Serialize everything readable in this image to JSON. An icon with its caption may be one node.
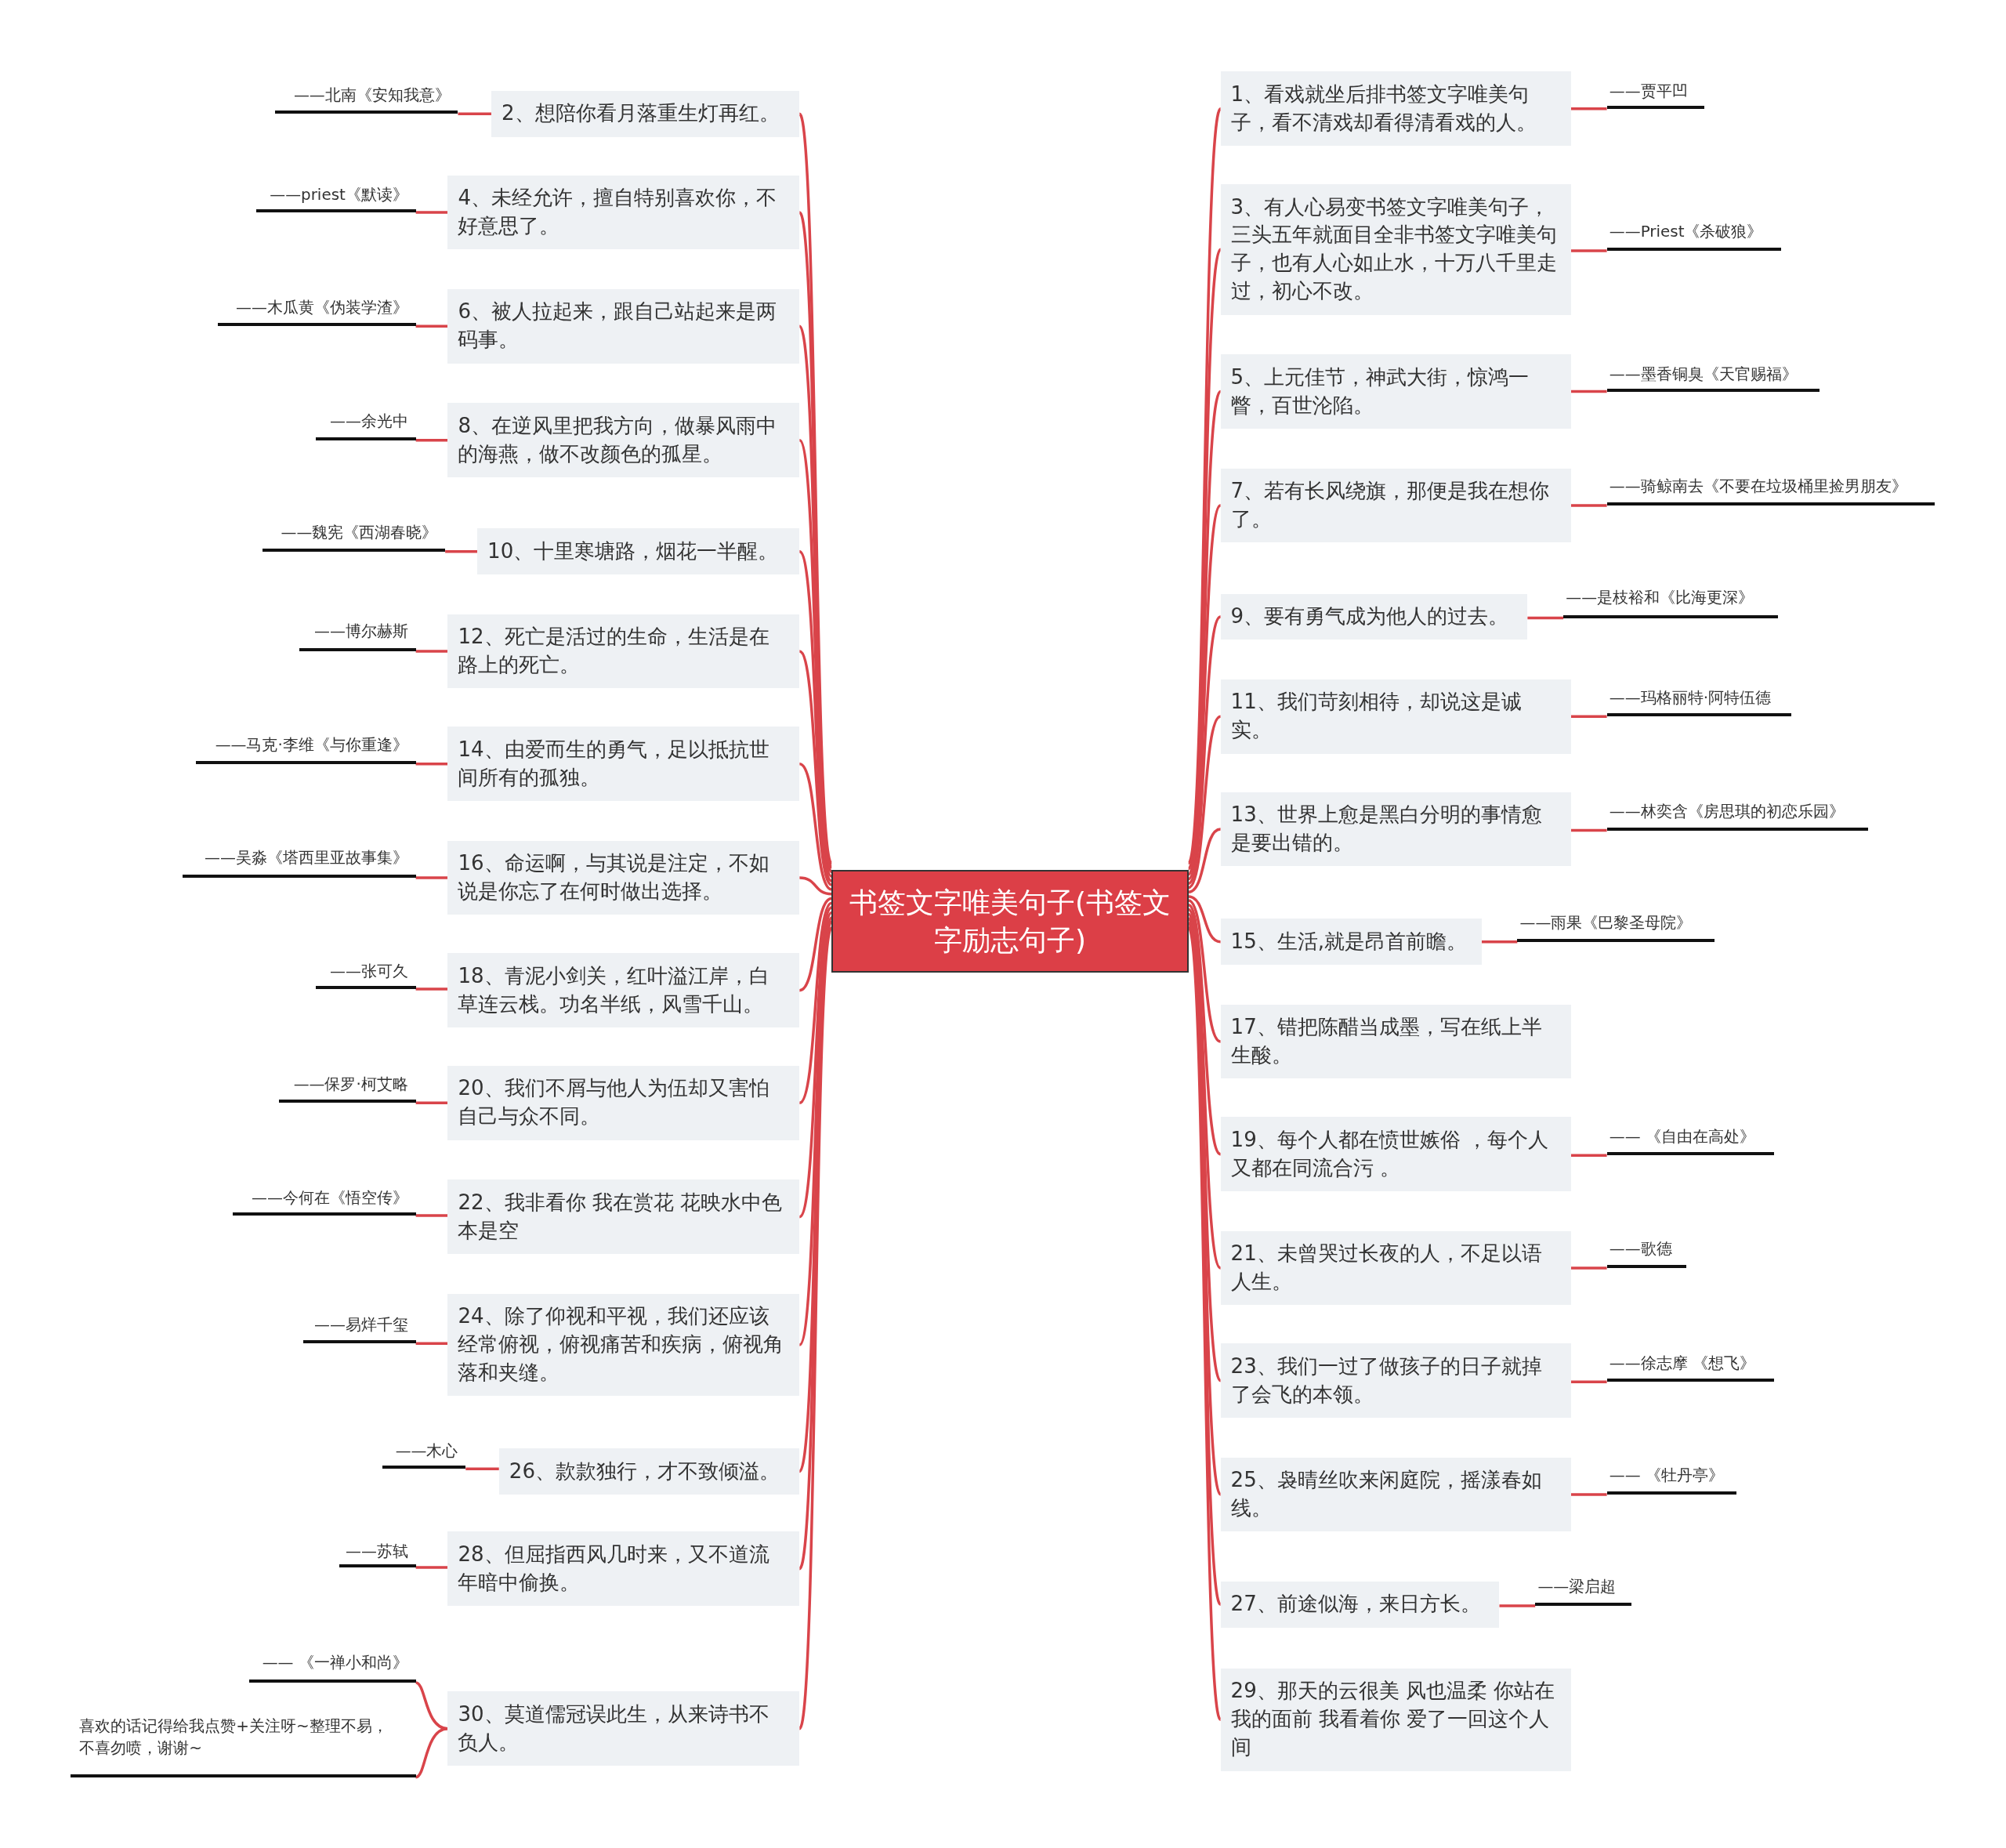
{
  "diagram": {
    "nodes": [
      {
        "text": [
          "书签文字唯美句子(书签文字励志句子)"
        ]
      },
      {
        "text": [
          "1、看戏就坐后排书签文字唯美句子，看不清戏却看得清看戏的人。"
        ]
      },
      {
        "text": [
          "——贾平凹"
        ]
      },
      {
        "text": [
          "2、想陪你看月落重生灯再红。"
        ]
      },
      {
        "text": [
          "——北南《安知我意》"
        ]
      },
      {
        "text": [
          "3、有人心易变书签文字唯美句子，三头五年就面目全非书签文字唯美句子，也有人心如止水，十万八千里走过，初心不改。"
        ]
      },
      {
        "text": [
          "——Priest《杀破狼》"
        ]
      },
      {
        "text": [
          "4、未经允许，擅自特别喜欢你，不好意思了。"
        ]
      },
      {
        "text": [
          "——priest《默读》"
        ]
      },
      {
        "text": [
          "5、上元佳节，神武大街，惊鸿一瞥，百世沦陷。"
        ]
      },
      {
        "text": [
          "——墨香铜臭《天官赐福》"
        ]
      },
      {
        "text": [
          "6、被人拉起来，跟自己站起来是两码事。"
        ]
      },
      {
        "text": [
          "——木瓜黄《伪装学渣》"
        ]
      },
      {
        "text": [
          "7、若有长风绕旗，那便是我在想你了。"
        ]
      },
      {
        "text": [
          "——骑鲸南去《不要在垃圾桶里捡男朋友》"
        ]
      },
      {
        "text": [
          "8、在逆风里把我方向，做暴风雨中的海燕，做不改颜色的孤星。"
        ]
      },
      {
        "text": [
          "——余光中"
        ]
      },
      {
        "text": [
          "9、要有勇气成为他人的过去。"
        ]
      },
      {
        "text": [
          "——是枝裕和《比海更深》"
        ]
      },
      {
        "text": [
          "10、十里寒塘路，烟花一半醒。"
        ]
      },
      {
        "text": [
          "——魏宪《西湖春晓》"
        ]
      },
      {
        "text": [
          "11、我们苛刻相待，却说这是诚实。"
        ]
      },
      {
        "text": [
          "——玛格丽特·阿特伍德"
        ]
      },
      {
        "text": [
          "12、死亡是活过的生命，生活是在路上的死亡。"
        ]
      },
      {
        "text": [
          "——博尔赫斯"
        ]
      },
      {
        "text": [
          "13、世界上愈是黑白分明的事情愈是要出错的。"
        ]
      },
      {
        "text": [
          "——林奕含《房思琪的初恋乐园》"
        ]
      },
      {
        "text": [
          "14、由爱而生的勇气，足以抵抗世间所有的孤独。"
        ]
      },
      {
        "text": [
          "——马克·李维《与你重逢》"
        ]
      },
      {
        "text": [
          "15、生活,就是昂首前瞻。"
        ]
      },
      {
        "text": [
          "——雨果《巴黎圣母院》"
        ]
      },
      {
        "text": [
          "16、命运啊，与其说是注定，不如说是你忘了在何时做出选择。"
        ]
      },
      {
        "text": [
          "——吴淼《塔西里亚故事集》"
        ]
      },
      {
        "text": [
          "17、错把陈醋当成墨，写在纸上半生酸。"
        ]
      },
      {
        "text": [
          "18、青泥小剑关，红叶溢江岸，白草连云栈。功名半纸，风雪千山。"
        ]
      },
      {
        "text": [
          "——张可久"
        ]
      },
      {
        "text": [
          "19、每个人都在愤世嫉俗 ，每个人又都在同流合污 。"
        ]
      },
      {
        "text": [
          "—— 《自由在高处》"
        ]
      },
      {
        "text": [
          "20、我们不屑与他人为伍却又害怕自己与众不同。"
        ]
      },
      {
        "text": [
          "——保罗·柯艾略"
        ]
      },
      {
        "text": [
          "21、未曾哭过长夜的人，不足以语人生。"
        ]
      },
      {
        "text": [
          "——歌德"
        ]
      },
      {
        "text": [
          "22、我非看你 我在赏花 花映水中色本是空"
        ]
      },
      {
        "text": [
          "——今何在《悟空传》"
        ]
      },
      {
        "text": [
          "23、我们一过了做孩子的日子就掉了会飞的本领。"
        ]
      },
      {
        "text": [
          "——徐志摩 《想飞》"
        ]
      },
      {
        "text": [
          "24、除了仰视和平视，我们还应该经常俯视，俯视痛苦和疾病，俯视角落和夹缝。"
        ]
      },
      {
        "text": [
          "——易烊千玺"
        ]
      },
      {
        "text": [
          "25、袅晴丝吹来闲庭院，摇漾春如线。"
        ]
      },
      {
        "text": [
          "—— 《牡丹亭》"
        ]
      },
      {
        "text": [
          "26、款款独行，才不致倾溢。"
        ]
      },
      {
        "text": [
          "——木心"
        ]
      },
      {
        "text": [
          "27、前途似海，来日方长。"
        ]
      },
      {
        "text": [
          "——梁启超"
        ]
      },
      {
        "text": [
          "28、但屈指西风几时来，又不道流年暗中偷换。"
        ]
      },
      {
        "text": [
          "——苏轼"
        ]
      },
      {
        "text": [
          "29、那天的云很美 风也温柔 你站在我的面前 我看着你 爱了一回这个人间"
        ]
      },
      {
        "text": [
          "30、莫道儒冠误此生，从来诗书不负人。"
        ]
      },
      {
        "text": [
          "—— 《一禅小和尚》"
        ]
      },
      {
        "text": [
          "喜欢的话记得给我点赞+关注呀~整理不易，不喜勿喷，谢谢~"
        ]
      }
    ],
    "edges": [
      {
        "from": 0,
        "to": 1,
        "arrow": "none"
      },
      {
        "from": 1,
        "to": 2,
        "arrow": "none"
      },
      {
        "from": 0,
        "to": 3,
        "arrow": "none"
      },
      {
        "from": 3,
        "to": 4,
        "arrow": "none"
      },
      {
        "from": 0,
        "to": 5,
        "arrow": "none"
      },
      {
        "from": 5,
        "to": 6,
        "arrow": "none"
      },
      {
        "from": 0,
        "to": 7,
        "arrow": "none"
      },
      {
        "from": 7,
        "to": 8,
        "arrow": "none"
      },
      {
        "from": 0,
        "to": 9,
        "arrow": "none"
      },
      {
        "from": 9,
        "to": 10,
        "arrow": "none"
      },
      {
        "from": 0,
        "to": 11,
        "arrow": "none"
      },
      {
        "from": 11,
        "to": 12,
        "arrow": "none"
      },
      {
        "from": 0,
        "to": 13,
        "arrow": "none"
      },
      {
        "from": 13,
        "to": 14,
        "arrow": "none"
      },
      {
        "from": 0,
        "to": 15,
        "arrow": "none"
      },
      {
        "from": 15,
        "to": 16,
        "arrow": "none"
      },
      {
        "from": 0,
        "to": 17,
        "arrow": "none"
      },
      {
        "from": 17,
        "to": 18,
        "arrow": "none"
      },
      {
        "from": 0,
        "to": 19,
        "arrow": "none"
      },
      {
        "from": 19,
        "to": 20,
        "arrow": "none"
      },
      {
        "from": 0,
        "to": 21,
        "arrow": "none"
      },
      {
        "from": 21,
        "to": 22,
        "arrow": "none"
      },
      {
        "from": 0,
        "to": 23,
        "arrow": "none"
      },
      {
        "from": 23,
        "to": 24,
        "arrow": "none"
      },
      {
        "from": 0,
        "to": 25,
        "arrow": "none"
      },
      {
        "from": 25,
        "to": 26,
        "arrow": "none"
      },
      {
        "from": 0,
        "to": 27,
        "arrow": "none"
      },
      {
        "from": 27,
        "to": 28,
        "arrow": "none"
      },
      {
        "from": 0,
        "to": 29,
        "arrow": "none"
      },
      {
        "from": 29,
        "to": 30,
        "arrow": "none"
      },
      {
        "from": 0,
        "to": 31,
        "arrow": "none"
      },
      {
        "from": 31,
        "to": 32,
        "arrow": "none"
      },
      {
        "from": 0,
        "to": 33,
        "arrow": "none"
      },
      {
        "from": 0,
        "to": 34,
        "arrow": "none"
      },
      {
        "from": 34,
        "to": 35,
        "arrow": "none"
      },
      {
        "from": 0,
        "to": 36,
        "arrow": "none"
      },
      {
        "from": 36,
        "to": 37,
        "arrow": "none"
      },
      {
        "from": 0,
        "to": 38,
        "arrow": "none"
      },
      {
        "from": 38,
        "to": 39,
        "arrow": "none"
      },
      {
        "from": 0,
        "to": 40,
        "arrow": "none"
      },
      {
        "from": 40,
        "to": 41,
        "arrow": "none"
      },
      {
        "from": 0,
        "to": 42,
        "arrow": "none"
      },
      {
        "from": 42,
        "to": 43,
        "arrow": "none"
      },
      {
        "from": 0,
        "to": 44,
        "arrow": "none"
      },
      {
        "from": 44,
        "to": 45,
        "arrow": "none"
      },
      {
        "from": 0,
        "to": 46,
        "arrow": "none"
      },
      {
        "from": 46,
        "to": 47,
        "arrow": "none"
      },
      {
        "from": 0,
        "to": 48,
        "arrow": "none"
      },
      {
        "from": 48,
        "to": 49,
        "arrow": "none"
      },
      {
        "from": 0,
        "to": 50,
        "arrow": "none"
      },
      {
        "from": 50,
        "to": 51,
        "arrow": "none"
      },
      {
        "from": 0,
        "to": 52,
        "arrow": "none"
      },
      {
        "from": 52,
        "to": 53,
        "arrow": "none"
      },
      {
        "from": 0,
        "to": 54,
        "arrow": "none"
      },
      {
        "from": 54,
        "to": 55,
        "arrow": "none"
      },
      {
        "from": 0,
        "to": 56,
        "arrow": "none"
      },
      {
        "from": 0,
        "to": 57,
        "arrow": "none"
      },
      {
        "from": 57,
        "to": 58,
        "arrow": "none"
      },
      {
        "from": 57,
        "to": 59,
        "arrow": "none"
      }
    ]
  }
}
